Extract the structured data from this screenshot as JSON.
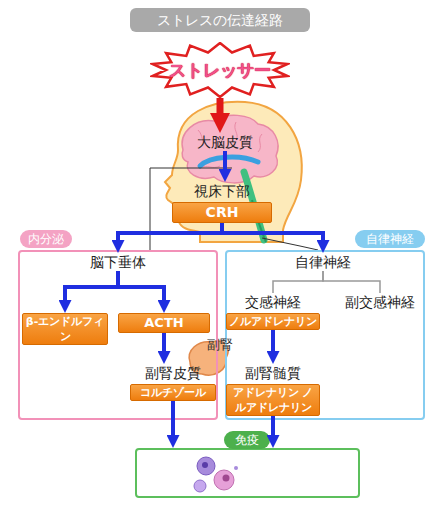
{
  "diagram": {
    "title": "ストレスの伝達経路",
    "nodes": [
      {
        "text": [
          "ストレッサー"
        ]
      },
      {
        "text": [
          "大脳皮質"
        ]
      },
      {
        "text": [
          "視床下部",
          "CRH"
        ]
      },
      {
        "text": [
          "内分泌"
        ]
      },
      {
        "text": [
          "脳下垂体"
        ],
        "in": 3
      },
      {
        "text": [
          "β-エンドルフィン"
        ],
        "in": 3
      },
      {
        "text": [
          "ACTH"
        ],
        "in": 3
      },
      {
        "text": [
          "副腎皮質",
          "コルチゾール"
        ],
        "in": 3
      },
      {
        "text": [
          "自律神経"
        ]
      },
      {
        "text": [
          "自律神経"
        ],
        "in": 8
      },
      {
        "text": [
          "交感神経",
          "ノルアドレナリン"
        ],
        "in": 8
      },
      {
        "text": [
          "副交感神経"
        ],
        "in": 8
      },
      {
        "text": [
          "副腎髄質",
          "アドレナリン ノルアドレナリン"
        ],
        "in": 8
      },
      {
        "text": [
          "免疫"
        ]
      }
    ],
    "edges": [
      {
        "from": 0,
        "to": 1,
        "arrow": "to"
      },
      {
        "from": 1,
        "to": 2,
        "arrow": "to"
      },
      {
        "from": 2,
        "to": 4,
        "arrow": "to"
      },
      {
        "from": 2,
        "to": 9,
        "arrow": "to"
      },
      {
        "from": 4,
        "to": 5,
        "arrow": "to"
      },
      {
        "from": 4,
        "to": 6,
        "arrow": "to"
      },
      {
        "from": 6,
        "to": 7,
        "arrow": "to"
      },
      {
        "from": 9,
        "to": 10,
        "arrow": "none"
      },
      {
        "from": 9,
        "to": 11,
        "arrow": "none"
      },
      {
        "from": 10,
        "to": 12,
        "arrow": "to"
      },
      {
        "from": 7,
        "to": 13,
        "arrow": "to"
      },
      {
        "from": 12,
        "to": 13,
        "arrow": "to"
      }
    ],
    "labels": [
      "副腎"
    ]
  }
}
